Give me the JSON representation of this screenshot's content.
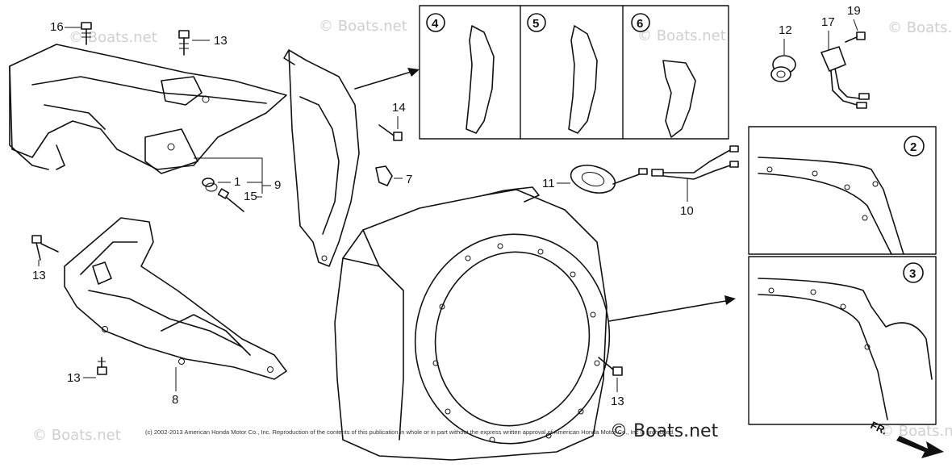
{
  "callouts": {
    "p1": "1",
    "p7": "7",
    "p8": "8",
    "p9": "9",
    "p10": "10",
    "p11": "11",
    "p12": "12",
    "p13a": "13",
    "p13b": "13",
    "p13c": "13",
    "p13d": "13",
    "p14": "14",
    "p15": "15",
    "p16": "16",
    "p17": "17",
    "p19": "19"
  },
  "variants": {
    "v2": "2",
    "v3": "3",
    "v4": "4",
    "v5": "5",
    "v6": "6"
  },
  "watermark": "© Boats.net",
  "copyright": "(c) 2002-2013 American Honda Motor Co., Inc. Reproduction of the contents of this publication in whole or in part without the express written approval of American Honda Motor Co., Inc is prohibited.",
  "brand_mark": "© Boats.net",
  "direction_label": "FR."
}
